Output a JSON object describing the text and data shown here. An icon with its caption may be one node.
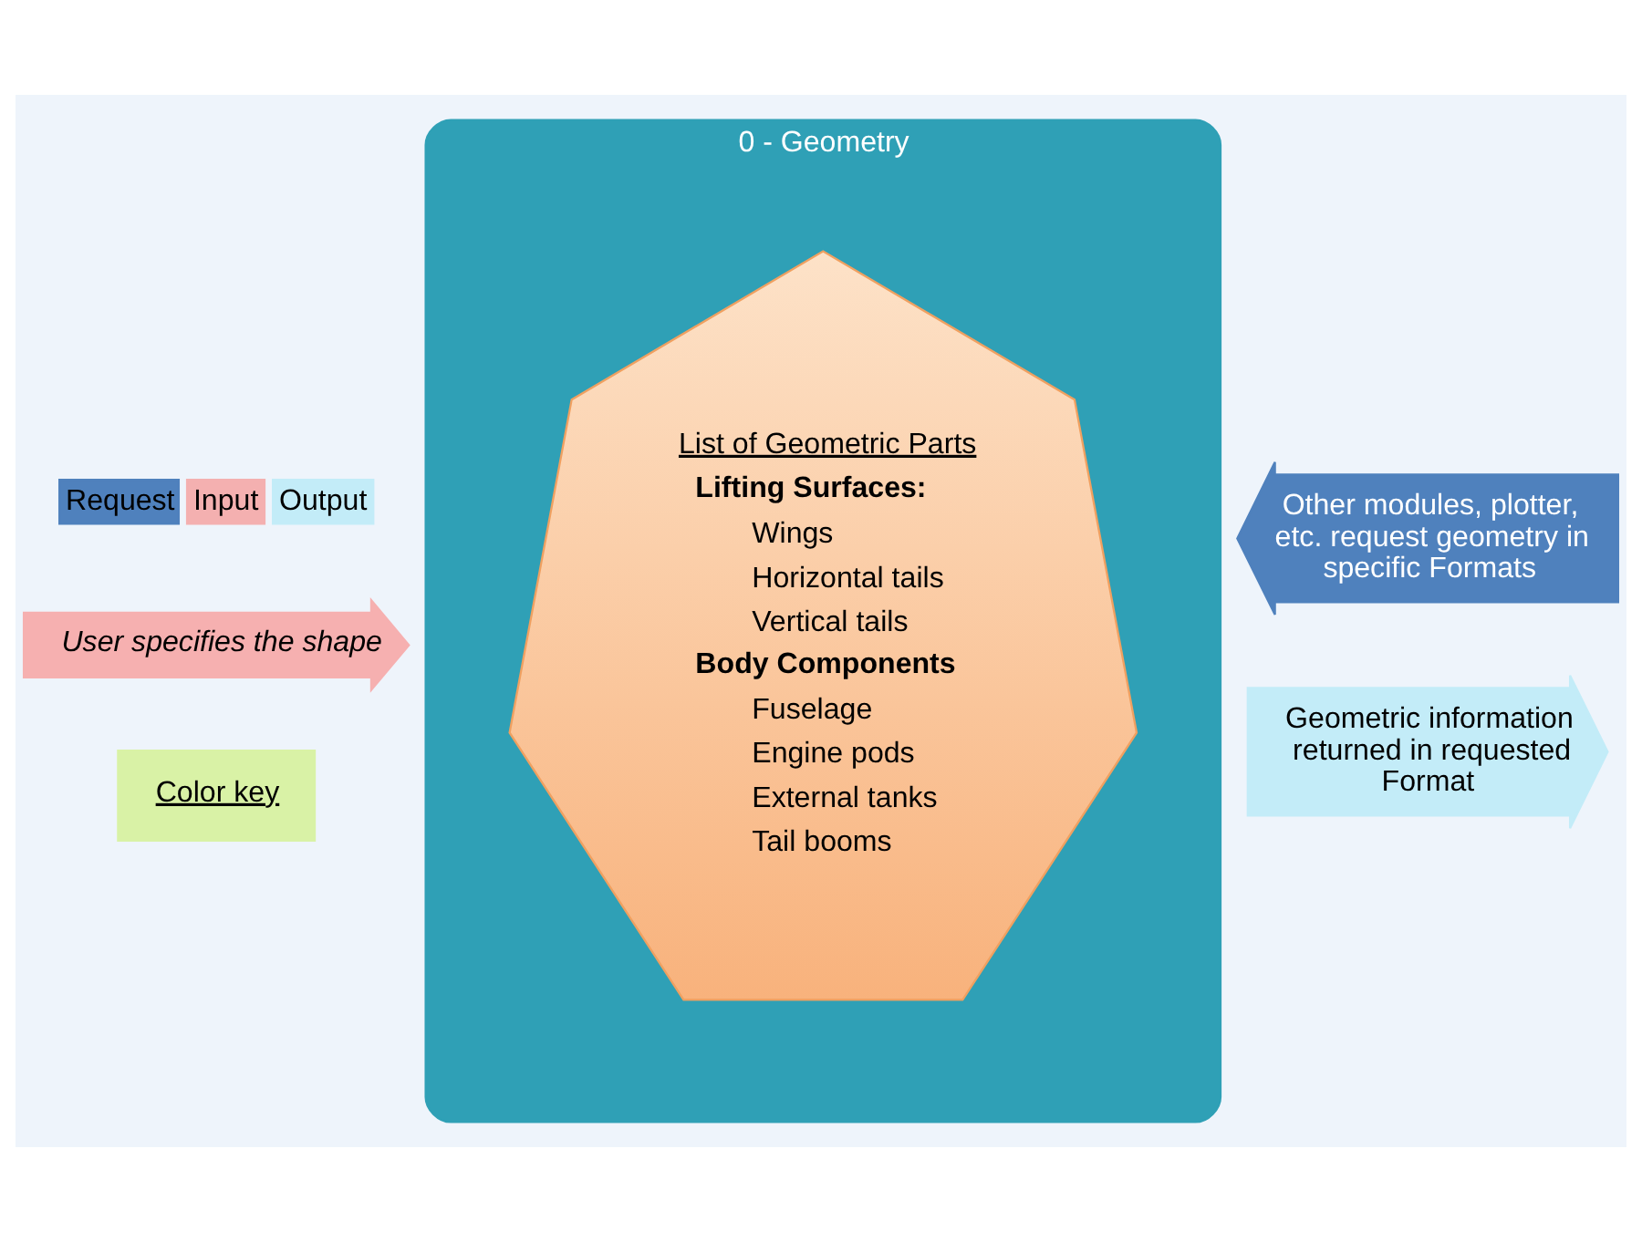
{
  "diagram": {
    "nodes": [
      {
        "text": [
          "0 - Geometry"
        ]
      },
      {
        "text": [
          "List of Geometric Parts",
          "Lifting Surfaces:",
          "Wings",
          "Horizontal tails",
          "Vertical tails",
          "Body Components",
          "Fuselage",
          "Engine pods",
          "External tanks",
          "Tail booms"
        ],
        "in": 0
      },
      {
        "text": [
          "Other modules, plotter, etc. request geometry in specific Formats"
        ]
      },
      {
        "text": [
          "User specifies the shape"
        ]
      },
      {
        "text": [
          "Geometric information returned in requested Format"
        ]
      },
      {
        "text": [
          "Color key"
        ]
      }
    ],
    "edges": [],
    "legend": [
      {
        "text": "Request",
        "color": "#4f81bd"
      },
      {
        "text": "Input",
        "color": "#f4b0b0"
      },
      {
        "text": "Output",
        "color": "#c3ecf8"
      }
    ]
  }
}
